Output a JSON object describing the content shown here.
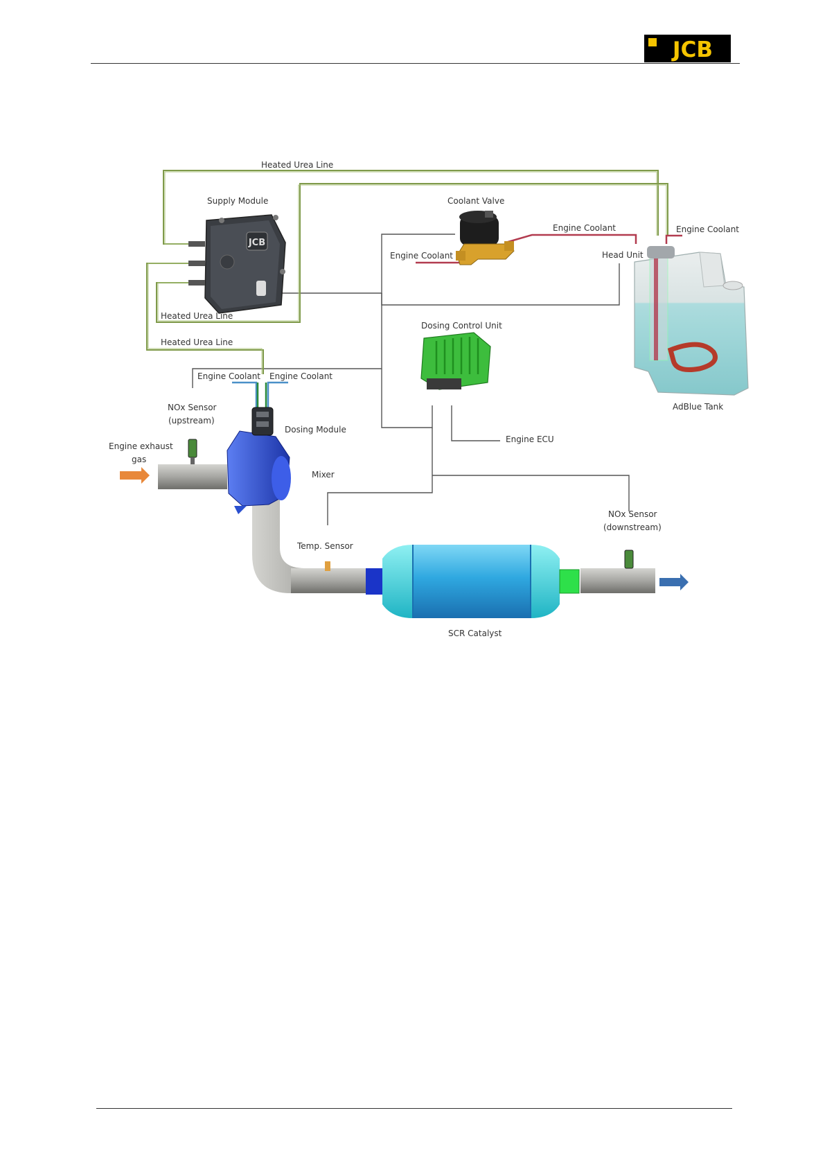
{
  "header": {
    "logo_text": "JCB"
  },
  "diagram": {
    "labels": {
      "heated_urea_line_top": "Heated Urea Line",
      "supply_module": "Supply Module",
      "coolant_valve": "Coolant Valve",
      "engine_coolant_valve_right": "Engine Coolant",
      "engine_coolant_tank": "Engine Coolant",
      "engine_coolant_valve_left": "Engine Coolant",
      "head_unit": "Head Unit",
      "heated_urea_line_mid": "Heated Urea Line",
      "heated_urea_line_low": "Heated Urea Line",
      "dosing_control_unit": "Dosing Control Unit",
      "engine_coolant_dm_left": "Engine Coolant",
      "engine_coolant_dm_right": "Engine Coolant",
      "nox_up_line1": "NOx Sensor",
      "nox_up_line2": "(upstream)",
      "adblue_tank": "AdBlue Tank",
      "dosing_module": "Dosing Module",
      "engine_ecu": "Engine ECU",
      "exhaust_line1": "Engine exhaust",
      "exhaust_line2": "gas",
      "mixer": "Mixer",
      "nox_down_line1": "NOx Sensor",
      "nox_down_line2": "(downstream)",
      "temp_sensor": "Temp. Sensor",
      "scr_catalyst": "SCR Catalyst"
    },
    "colors": {
      "urea_line": "#7f9a4a",
      "coolant_red": "#b23b4f",
      "coolant_blue": "#4a90c8",
      "signal_line": "#444444",
      "pipe": "#9a9a95",
      "mixer": "#2a4fcf",
      "catalyst": "#2fa8e0",
      "catalyst_end": "#33d3e3",
      "dcu_green": "#3dbd3d",
      "tank_water": "#9fd7da",
      "arrow_in": "#e8883a",
      "arrow_out": "#3a6fb0"
    }
  }
}
